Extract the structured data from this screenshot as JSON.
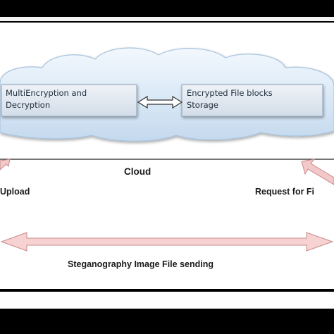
{
  "diagram": {
    "box_left_line1": "MultiEncryption and",
    "box_left_line2": "Decryption",
    "box_right_line1": "Encrypted File blocks",
    "box_right_line2": "Storage",
    "cloud_label": "Cloud",
    "upload_label": "Upload",
    "request_label": "Request for Fi",
    "sending_label": "Steganography Image File sending"
  },
  "colors": {
    "cloud_fill": "#dbe9f7",
    "box_fill": "#dfe6ef",
    "arrow_pink": "#f3c8c8",
    "arrow_pink_stroke": "#c98a8a"
  }
}
